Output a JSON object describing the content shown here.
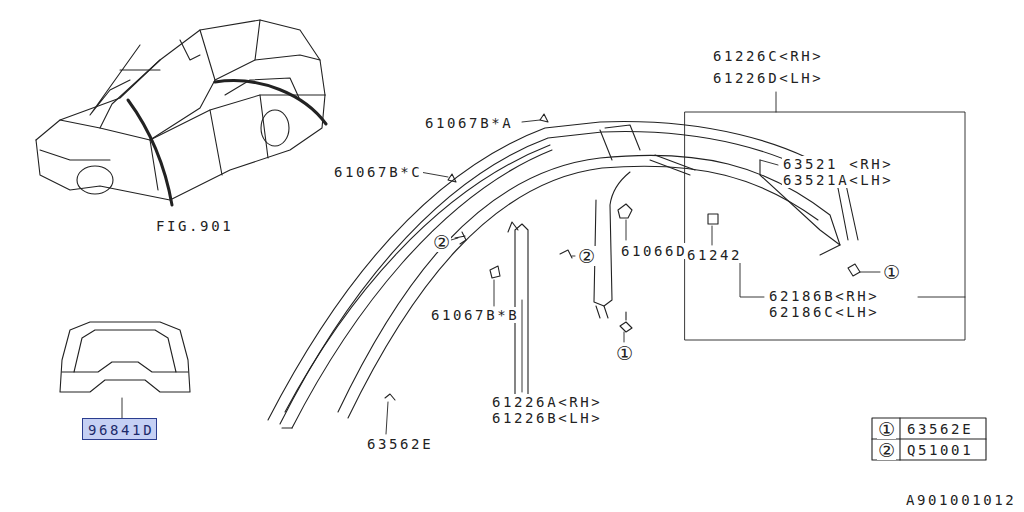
{
  "diagram": {
    "nodes": [
      {
        "text": [
          "96841D"
        ]
      }
    ],
    "labels": [
      "61226C<RH>",
      "61226D<LH>",
      "61067B*A",
      "61067B*C",
      "63521 <RH>",
      "63521A<LH>",
      "61066D",
      "61242",
      "62186B<RH>",
      "62186C<LH>",
      "61067B*B",
      "61226A<RH>",
      "61226B<LH>",
      "63562E",
      "②",
      "②",
      "①",
      "①",
      "①",
      "63562E",
      "②",
      "Q51001",
      "FIG.901",
      "A901001012"
    ]
  }
}
